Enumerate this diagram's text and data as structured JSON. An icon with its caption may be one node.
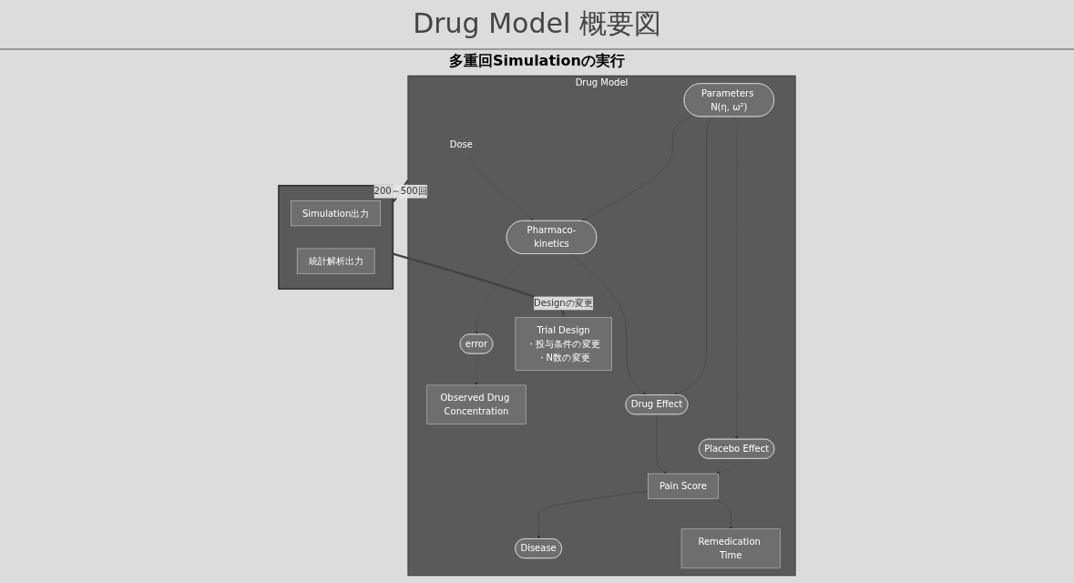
{
  "diagram": {
    "title": "Drug Model 概要図",
    "nodes": [
      {
        "text": [
          "Drug Model"
        ]
      },
      {
        "text": [
          "Dose"
        ],
        "in": 0
      },
      {
        "text": [
          "error"
        ],
        "in": 0
      },
      {
        "text": [
          "Observed Drug Concentration"
        ],
        "in": 0
      },
      {
        "text": [
          "Disease"
        ],
        "in": 0
      },
      {
        "text": [
          "Pharmaco-kinetics"
        ],
        "in": 0
      },
      {
        "text": [
          "Drug Effect"
        ],
        "in": 0
      },
      {
        "text": [
          "Pain Score"
        ],
        "in": 0
      },
      {
        "text": [
          "Parameters N(η, ω²)"
        ],
        "in": 0
      },
      {
        "text": [
          "Placebo Effect"
        ],
        "in": 0
      },
      {
        "text": [
          "Remedication Time"
        ],
        "in": 0
      },
      {
        "text": [
          "Trial Design",
          "・投与条件の変更",
          "・N数の変更"
        ],
        "in": 0
      },
      {
        "text": [],
        "shape": "box"
      },
      {
        "text": [
          "Simulation出力"
        ],
        "in": 12
      },
      {
        "text": [
          "統計解析出力"
        ],
        "in": 12
      }
    ],
    "edges": [
      {
        "from": 1,
        "to": 5,
        "arrow": "to",
        "style": "dashed"
      },
      {
        "from": 5,
        "to": 2,
        "arrow": "to",
        "style": "dashed"
      },
      {
        "from": 2,
        "to": 3,
        "arrow": "to",
        "style": "dashed"
      },
      {
        "from": 5,
        "to": 6,
        "arrow": "to"
      },
      {
        "from": 8,
        "to": 5,
        "arrow": "to"
      },
      {
        "from": 8,
        "to": 6,
        "arrow": "to"
      },
      {
        "from": 8,
        "to": 9,
        "arrow": "to",
        "style": "dashed"
      },
      {
        "from": 6,
        "to": 7,
        "arrow": "to"
      },
      {
        "from": 9,
        "to": 7,
        "arrow": "to",
        "style": "dashed"
      },
      {
        "from": 7,
        "to": 4,
        "arrow": "to"
      },
      {
        "from": 7,
        "to": 10,
        "arrow": "to"
      },
      {
        "from": 0,
        "to": 12,
        "label": "200～500回",
        "arrow": "to",
        "style": "thick"
      },
      {
        "from": 12,
        "to": 11,
        "label": "Designの変更",
        "arrow": "to",
        "style": "thick"
      }
    ],
    "labels": [
      "多重回Simulationの実行"
    ]
  }
}
